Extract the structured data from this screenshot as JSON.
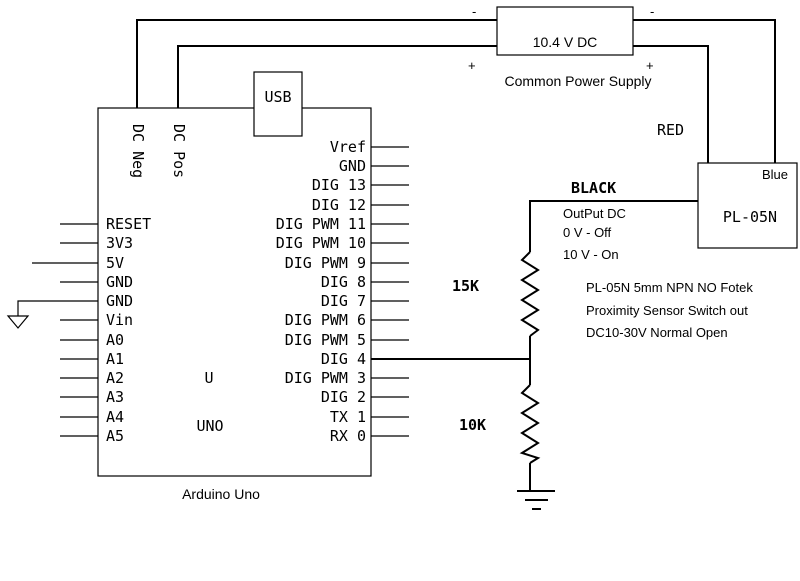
{
  "power_supply": {
    "label": "10.4  V  DC",
    "caption": "Common Power Supply",
    "neg_left": "-",
    "pos_left": "+",
    "neg_right": "-",
    "pos_right": "+"
  },
  "arduino": {
    "usb_label": "USB",
    "dc_neg_label": "DC Neg",
    "dc_pos_label": "DC Pos",
    "center_label_u": "U",
    "center_label_uno": "UNO",
    "caption": "Arduino Uno",
    "left_pins": [
      "RESET",
      "3V3",
      "5V",
      "GND",
      "GND",
      "Vin",
      "A0",
      "A1",
      "A2",
      "A3",
      "A4",
      "A5"
    ],
    "right_pins": [
      "Vref",
      "GND",
      "DIG 13",
      "DIG 12",
      "DIG PWM 11",
      "DIG PWM 10",
      "DIG PWM 9",
      "DIG 8",
      "DIG 7",
      "DIG PWM 6",
      "DIG PWM 5",
      "DIG 4",
      "DIG PWM 3",
      "DIG 2",
      "TX 1",
      "RX 0"
    ]
  },
  "sensor": {
    "label": "PL-05N",
    "red_label": "RED",
    "blue_label": "Blue",
    "black_label": "BLACK",
    "output_lines": [
      "OutPut DC",
      "0 V - Off",
      "10 V - On"
    ],
    "description_lines": [
      "PL-05N 5mm NPN NO Fotek",
      "Proximity Sensor Switch out",
      "DC10-30V Normal Open"
    ]
  },
  "resistors": {
    "r1_label": "15K",
    "r2_label": "10K"
  },
  "icons": {
    "ground_left": "ground-symbol-icon",
    "ground_bottom": "ground-symbol-icon"
  }
}
